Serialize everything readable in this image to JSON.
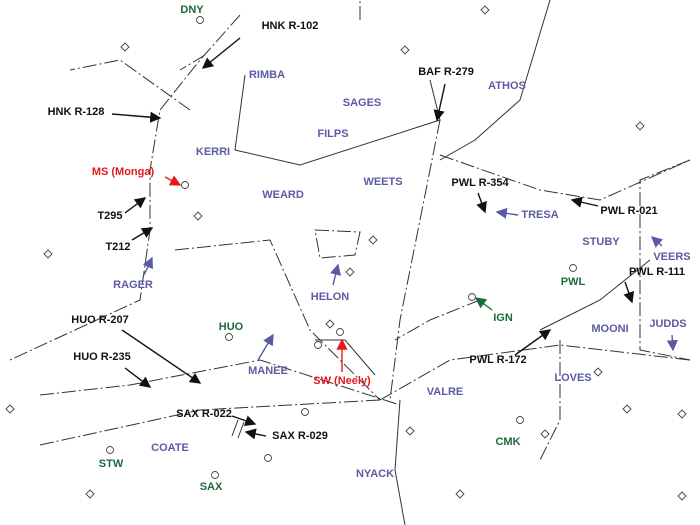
{
  "colors": {
    "fix": "#5b5ba3",
    "navaid": "#1c6a3a",
    "radial": "#111111",
    "highlight": "#e3191b"
  },
  "labels": {
    "dny": "DNY",
    "hnk_r102": "HNK R-102",
    "rimba": "RIMBA",
    "hnk_r128": "HNK R-128",
    "sages": "SAGES",
    "baf_r279": "BAF R-279",
    "athos": "ATHOS",
    "filps": "FILPS",
    "kerri": "KERRI",
    "ms_monga": "MS (Monga)",
    "weard": "WEARD",
    "weets": "WEETS",
    "pwl_r354": "PWL R-354",
    "tresa": "TRESA",
    "pwl_r021": "PWL R-021",
    "t295": "T295",
    "stuby": "STUBY",
    "veers": "VEERS",
    "t212": "T212",
    "rager": "RAGER",
    "helon": "HELON",
    "pwl": "PWL",
    "pwl_r111": "PWL R-111",
    "ign": "IGN",
    "huo_r207": "HUO R-207",
    "huo": "HUO",
    "judds": "JUDDS",
    "mooni": "MOONI",
    "manee": "MANEE",
    "sw_neely": "SW (Neely)",
    "pwl_r172": "PWL R-172",
    "huo_r235": "HUO R-235",
    "loves": "LOVES",
    "valre": "VALRE",
    "sax_r022": "SAX R-022",
    "sax_r029": "SAX R-029",
    "coate": "COATE",
    "cmk": "CMK",
    "stw": "STW",
    "nyack": "NYACK",
    "sax": "SAX"
  }
}
